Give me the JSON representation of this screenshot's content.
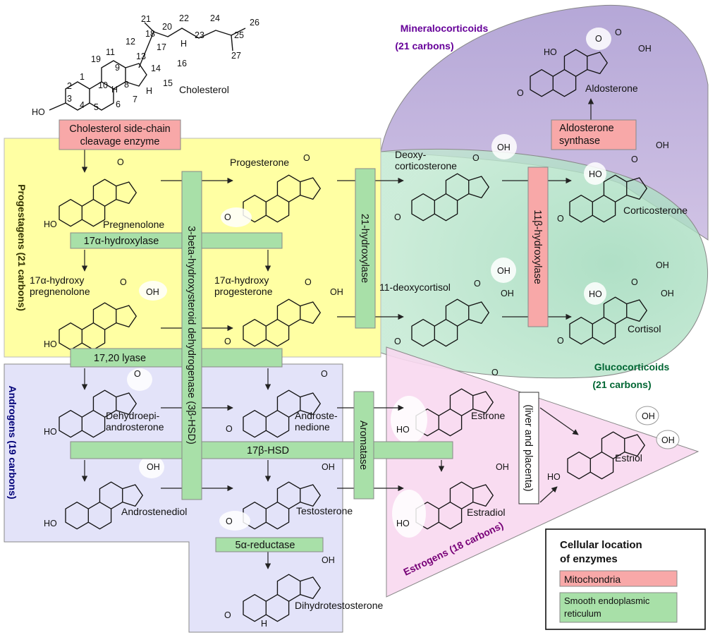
{
  "groups": {
    "mineralocorticoids": "Mineralocorticoids",
    "mineralocorticoids_carbons": "(21 carbons)",
    "glucocorticoids": "Glucocorticoids",
    "glucocorticoids_carbons": "(21 carbons)",
    "progestagens": "Progestagens (21 carbons)",
    "androgens": "Androgens (19 carbons)",
    "estrogens": "Estrogens (18 carbons)"
  },
  "compounds": {
    "cholesterol": "Cholesterol",
    "pregnenolone": "Pregnenolone",
    "progesterone": "Progesterone",
    "deoxycorticosterone_1": "Deoxy-",
    "deoxycorticosterone_2": "corticosterone",
    "corticosterone": "Corticosterone",
    "aldosterone": "Aldosterone",
    "hydroxypregnenolone_1": "17α-hydroxy",
    "hydroxypregnenolone_2": "pregnenolone",
    "hydroxyprogesterone_1": "17α-hydroxy",
    "hydroxyprogesterone_2": "progesterone",
    "deoxycortisol": "11-deoxycortisol",
    "cortisol": "Cortisol",
    "dhea_1": "Dehydroepi-",
    "dhea_2": "androsterone",
    "androstenedione_1": "Androste-",
    "androstenedione_2": "nedione",
    "estrone": "Estrone",
    "estriol": "Estriol",
    "androstenediol": "Androstenediol",
    "testosterone": "Testosterone",
    "estradiol": "Estradiol",
    "dht": "Dihydrotestosterone"
  },
  "enzymes": {
    "scc_1": "Cholesterol side-chain",
    "scc_2": "cleavage enzyme",
    "hydroxylase17": "17α-hydroxylase",
    "lyase": "17,20 lyase",
    "hsd3b": "3-beta-hydroxysteroid dehydrogenase (3β-HSD)",
    "hydroxylase21": "21-hydroxylase",
    "hydroxylase11b": "11β-hydroxylase",
    "aldo_synthase_1": "Aldosterone",
    "aldo_synthase_2": "synthase",
    "aromatase": "Aromatase",
    "hsd17b": "17β-HSD",
    "reductase5a": "5α-reductase",
    "liver_placenta": "(liver and placenta)"
  },
  "legend": {
    "title_1": "Cellular location",
    "title_2": "of enzymes",
    "mitochondria": "Mitochondria",
    "er_1": "Smooth endoplasmic",
    "er_2": "reticulum"
  },
  "chem": {
    "ho": "HO",
    "oh": "OH",
    "o": "O",
    "h": "H",
    "atom_numbers": [
      "1",
      "2",
      "3",
      "4",
      "5",
      "6",
      "7",
      "8",
      "9",
      "10",
      "11",
      "12",
      "13",
      "14",
      "15",
      "16",
      "17",
      "18",
      "19",
      "20",
      "21",
      "22",
      "23",
      "24",
      "25",
      "26",
      "27"
    ]
  },
  "colors": {
    "progestagen_region": "#ffff99",
    "androgen_region": "#e0e0f8",
    "estrogen_region": "#f8d8f0",
    "mineralocorticoid_region": "#b8a8d8",
    "glucocorticoid_region": "#a8dcc0",
    "mitochondria": "#f8a8a8",
    "endoplasmic_reticulum": "#a8e0a8",
    "mineralocorticoid_text": "#660099",
    "glucocorticoid_text": "#006633",
    "progestagen_text": "#333300",
    "androgen_text": "#000077",
    "estrogen_text": "#770077"
  }
}
